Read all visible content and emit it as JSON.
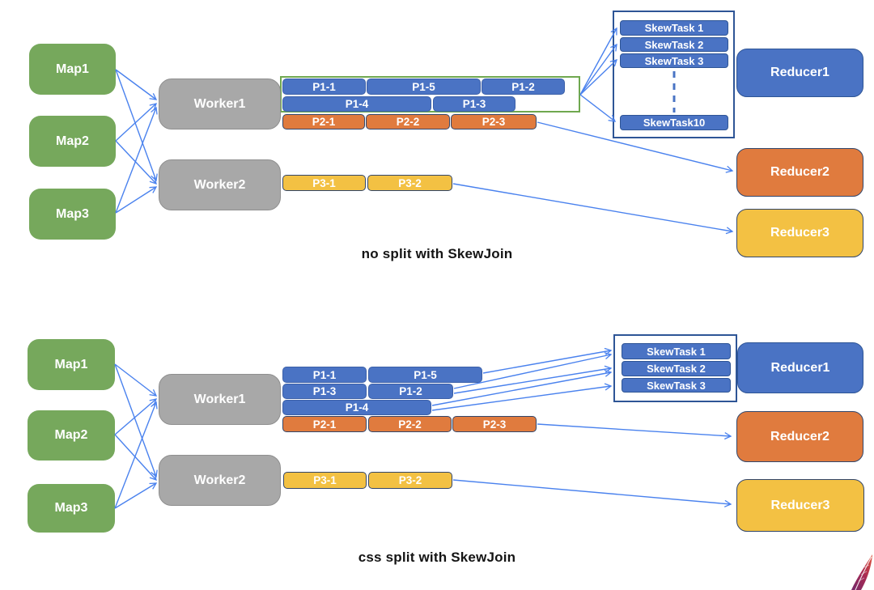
{
  "top": {
    "caption": "no split with SkewJoin",
    "maps": [
      "Map1",
      "Map2",
      "Map3"
    ],
    "workers": [
      "Worker1",
      "Worker2"
    ],
    "p1_row1": [
      "P1-1",
      "P1-5",
      "P1-2"
    ],
    "p1_row2": [
      "P1-4",
      "P1-3"
    ],
    "p2_row": [
      "P2-1",
      "P2-2",
      "P2-3"
    ],
    "p3_row": [
      "P3-1",
      "P3-2"
    ],
    "skew_tasks": [
      "SkewTask 1",
      "SkewTask 2",
      "SkewTask 3",
      "SkewTask10"
    ],
    "reducers": [
      "Reducer1",
      "Reducer2",
      "Reducer3"
    ]
  },
  "bottom": {
    "caption": "css split with SkewJoin",
    "maps": [
      "Map1",
      "Map2",
      "Map3"
    ],
    "workers": [
      "Worker1",
      "Worker2"
    ],
    "p1_row1": [
      "P1-1",
      "P1-5"
    ],
    "p1_row2": [
      "P1-3",
      "P1-2"
    ],
    "p1_row3": [
      "P1-4"
    ],
    "p2_row": [
      "P2-1",
      "P2-2",
      "P2-3"
    ],
    "p3_row": [
      "P3-1",
      "P3-2"
    ],
    "skew_tasks": [
      "SkewTask 1",
      "SkewTask 2",
      "SkewTask 3"
    ],
    "reducers": [
      "Reducer1",
      "Reducer2",
      "Reducer3"
    ]
  },
  "icons": {
    "bottom_right": "apache-feather-logo"
  },
  "colors": {
    "map_green": "#76a85c",
    "worker_gray": "#a8a8a8",
    "partition_blue": "#4a73c4",
    "partition_orange": "#e07b3e",
    "partition_yellow": "#f3c143",
    "arrow_blue": "#4a82ee",
    "split_outline_green": "#6fa84f",
    "skewtask_border_blue": "#2e5596"
  }
}
